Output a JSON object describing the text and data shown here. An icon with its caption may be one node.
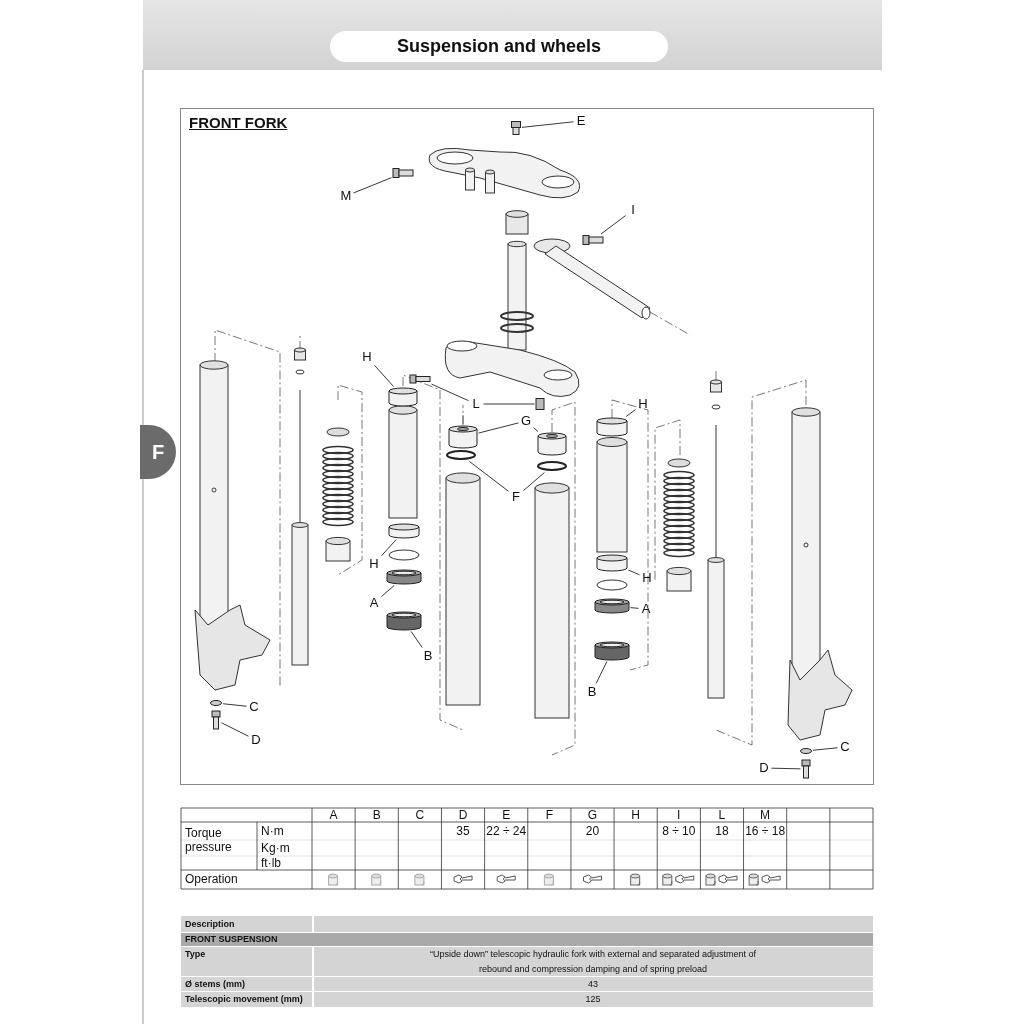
{
  "diagram": {
    "title": "Suspension and wheels",
    "nodes": [
      {
        "text": [
          "E"
        ]
      },
      {
        "text": [
          "M"
        ]
      },
      {
        "text": [
          "I"
        ]
      },
      {
        "text": [
          "H"
        ]
      },
      {
        "text": [
          "L"
        ]
      },
      {
        "text": [
          "H"
        ]
      },
      {
        "text": [
          "G"
        ]
      },
      {
        "text": [
          "F"
        ]
      },
      {
        "text": [
          "H"
        ]
      },
      {
        "text": [
          "A"
        ]
      },
      {
        "text": [
          "H"
        ]
      },
      {
        "text": [
          "A"
        ]
      },
      {
        "text": [
          "B"
        ]
      },
      {
        "text": [
          "B"
        ]
      },
      {
        "text": [
          "C"
        ]
      },
      {
        "text": [
          "D"
        ]
      },
      {
        "text": [
          "C"
        ]
      },
      {
        "text": [
          "D"
        ]
      },
      {
        "text": [],
        "shape": "picture"
      },
      {
        "text": [],
        "shape": "picture"
      },
      {
        "text": [],
        "shape": "picture"
      },
      {
        "text": [],
        "shape": "picture"
      },
      {
        "text": [],
        "shape": "cylinder"
      },
      {
        "text": [],
        "shape": "box"
      },
      {
        "text": [],
        "shape": "cylinder"
      },
      {
        "text": [],
        "shape": "cylinder"
      },
      {
        "text": [],
        "shape": "cylinder"
      },
      {
        "text": [],
        "shape": "circle"
      },
      {
        "text": [],
        "shape": "circle"
      },
      {
        "text": [],
        "shape": "cylinder"
      },
      {
        "text": [],
        "shape": "cylinder"
      },
      {
        "text": [],
        "shape": "cylinder"
      },
      {
        "text": [],
        "shape": "cylinder"
      },
      {
        "text": [],
        "shape": "cylinder"
      },
      {
        "text": [],
        "shape": "cylinder"
      },
      {
        "text": [],
        "shape": "circle"
      },
      {
        "text": [],
        "shape": "picture"
      },
      {
        "text": [],
        "shape": "circle"
      },
      {
        "text": [],
        "shape": "picture"
      }
    ],
    "edges": [
      {
        "from": 0,
        "to": 18,
        "arrow": "none"
      },
      {
        "from": 1,
        "to": 19,
        "arrow": "none"
      },
      {
        "from": 2,
        "to": 20,
        "arrow": "none"
      },
      {
        "from": 3,
        "to": 22,
        "arrow": "none"
      },
      {
        "from": 4,
        "to": 21,
        "arrow": "none"
      },
      {
        "from": 4,
        "to": 23,
        "arrow": "none"
      },
      {
        "from": 5,
        "to": 24,
        "arrow": "none"
      },
      {
        "from": 6,
        "to": 25,
        "arrow": "none"
      },
      {
        "from": 6,
        "to": 26,
        "arrow": "none"
      },
      {
        "from": 7,
        "to": 27,
        "arrow": "none"
      },
      {
        "from": 7,
        "to": 28,
        "arrow": "none"
      },
      {
        "from": 8,
        "to": 29,
        "arrow": "none"
      },
      {
        "from": 9,
        "to": 31,
        "arrow": "none"
      },
      {
        "from": 10,
        "to": 30,
        "arrow": "none"
      },
      {
        "from": 11,
        "to": 32,
        "arrow": "none"
      },
      {
        "from": 12,
        "to": 33,
        "arrow": "none"
      },
      {
        "from": 13,
        "to": 34,
        "arrow": "none"
      },
      {
        "from": 14,
        "to": 35,
        "arrow": "none"
      },
      {
        "from": 15,
        "to": 36,
        "arrow": "none"
      },
      {
        "from": 16,
        "to": 37,
        "arrow": "none"
      },
      {
        "from": 17,
        "to": 38,
        "arrow": "none"
      }
    ],
    "labels": [
      "FRONT FORK",
      "F",
      "A",
      "B",
      "C",
      "D",
      "E",
      "F",
      "G",
      "H",
      "I",
      "L",
      "M",
      "Torque pressure",
      "N·m",
      "35",
      "22 ÷ 24",
      "20",
      "8 ÷ 10",
      "18",
      "16 ÷ 18",
      "Kg·m",
      "ft·lb",
      "Operation",
      "Description",
      "FRONT SUSPENSION",
      "Type",
      "“Upside down” telescopic hydraulic fork with external and separated adjustment of rebound and compression damping and of spring preload",
      "Ø stems (mm)",
      "43",
      "Telescopic movement (mm)",
      "125"
    ]
  }
}
